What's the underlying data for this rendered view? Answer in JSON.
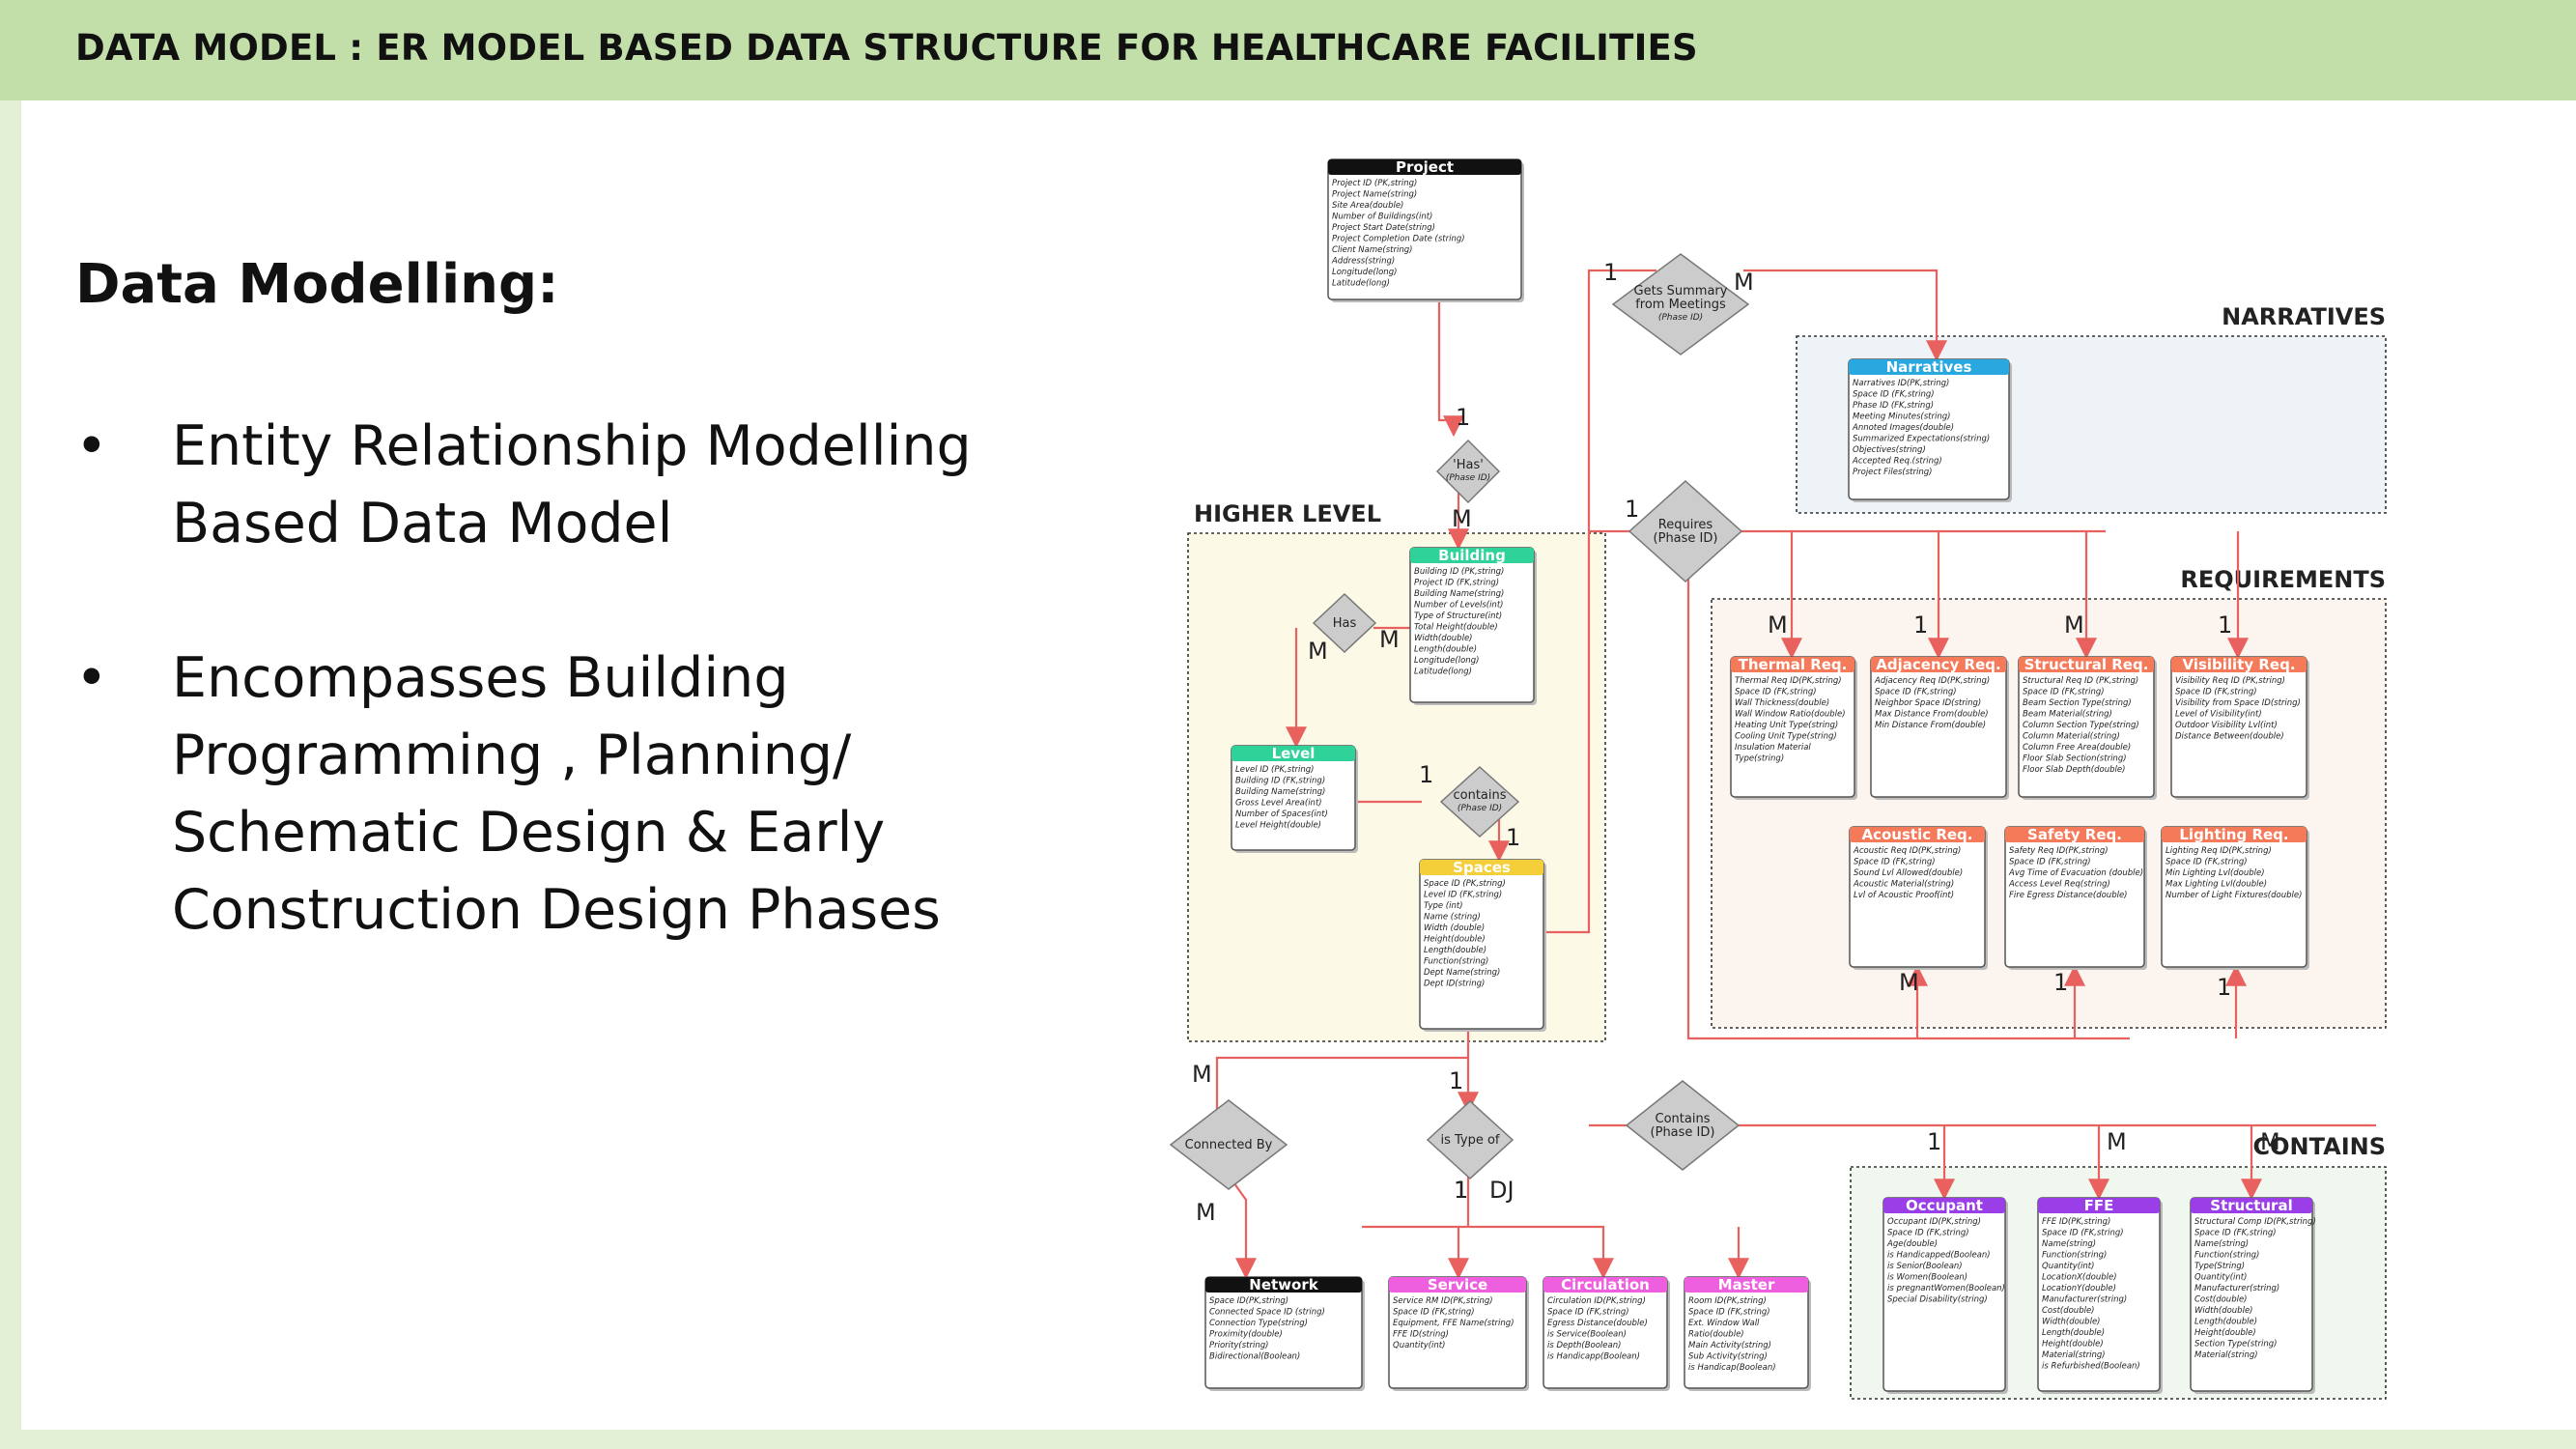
{
  "header": {
    "title": "DATA MODEL : ER MODEL BASED DATA STRUCTURE FOR HEALTHCARE FACILITIES"
  },
  "content": {
    "subheading": "Data Modelling:",
    "bullets": [
      {
        "marker": "•",
        "lines": [
          "Entity Relationship Modelling",
          "Based Data Model"
        ]
      },
      {
        "marker": "•",
        "lines": [
          "Encompasses Building",
          "Programming , Planning/",
          "Schematic Design & Early",
          "Construction Design Phases"
        ]
      }
    ]
  },
  "diagram": {
    "groups": [
      {
        "id": "higher",
        "label": "HIGHER LEVEL"
      },
      {
        "id": "narratives",
        "label": "NARRATIVES"
      },
      {
        "id": "requirements",
        "label": "REQUIREMENTS"
      },
      {
        "id": "contains",
        "label": "CONTAINS"
      }
    ],
    "entities": [
      {
        "id": "project",
        "title": "Project",
        "color": "#111111",
        "fields": [
          "Project ID (PK,string)",
          "Project Name(string)",
          "Site Area(double)",
          "Number of Buildings(int)",
          "Project Start Date(string)",
          "Project Completion Date (string)",
          "Client Name(string)",
          "Address(string)",
          "Longitude(long)",
          "Latitude(long)"
        ]
      },
      {
        "id": "narratives",
        "title": "Narratives",
        "color": "#29a8e0",
        "fields": [
          "Narratives ID(PK,string)",
          "Space ID (FK,string)",
          "Phase ID (FK,string)",
          "Meeting Minutes(string)",
          "Annoted Images(double)",
          "Summarized Expectations(string)",
          "Objectives(string)",
          "Accepted Req.(string)",
          "Project Files(string)"
        ]
      },
      {
        "id": "building",
        "title": "Building",
        "color": "#2fd39a",
        "fields": [
          "Building ID (PK,string)",
          "Project ID (FK,string)",
          "Building Name(string)",
          "Number of Levels(int)",
          "Type of Structure(int)",
          "Total Height(double)",
          "Width(double)",
          "Length(double)",
          "Longitude(long)",
          "Latitude(long)"
        ]
      },
      {
        "id": "level",
        "title": "Level",
        "color": "#2fd39a",
        "fields": [
          "Level ID (PK,string)",
          "Building ID (FK,string)",
          "Building Name(string)",
          "Gross Level Area(int)",
          "Number of Spaces(int)",
          "Level Height(double)"
        ]
      },
      {
        "id": "spaces",
        "title": "Spaces",
        "color": "#f5cf3a",
        "fields": [
          "Space ID (PK,string)",
          "Level ID (FK,string)",
          "Type (int)",
          "Name (string)",
          "Width (double)",
          "Height(double)",
          "Length(double)",
          "Function(string)",
          "Dept Name(string)",
          "Dept ID(string)"
        ]
      },
      {
        "id": "thermal",
        "title": "Thermal Req.",
        "color": "#f47a5a",
        "fields": [
          "Thermal Req ID(PK,string)",
          "Space ID (FK,string)",
          "Wall Thickness(double)",
          "Wall Window Ratio(double)",
          "Heating Unit Type(string)",
          "Cooling Unit Type(string)",
          "Insulation Material",
          "Type(string)"
        ]
      },
      {
        "id": "adjacency",
        "title": "Adjacency Req.",
        "color": "#f47a5a",
        "fields": [
          "Adjacency Req ID(PK,string)",
          "Space ID (FK,string)",
          "Neighbor Space ID(string)",
          "Max Distance From(double)",
          "Min Distance From(double)"
        ]
      },
      {
        "id": "structural_req",
        "title": "Structural Req.",
        "color": "#f47a5a",
        "fields": [
          "Structural Req ID (PK,string)",
          "Space ID (FK,string)",
          "Beam Section Type(string)",
          "Beam Material(string)",
          "Column Section Type(string)",
          "Column Material(string)",
          "Column Free Area(double)",
          "Floor Slab Section(string)",
          "Floor Slab Depth(double)"
        ]
      },
      {
        "id": "visibility",
        "title": "Visibility Req.",
        "color": "#f47a5a",
        "fields": [
          "Visibility Req ID (PK,string)",
          "Space ID (FK,string)",
          "Visibility from Space ID(string)",
          "Level of Visibility(int)",
          "Outdoor Visibility Lvl(int)",
          "Distance Between(double)"
        ]
      },
      {
        "id": "acoustic",
        "title": "Acoustic Req.",
        "color": "#f47a5a",
        "fields": [
          "Acoustic Req ID(PK,string)",
          "Space ID (FK,string)",
          "Sound Lvl Allowed(double)",
          "Acoustic Material(string)",
          "Lvl of Acoustic Proof(int)"
        ]
      },
      {
        "id": "safety",
        "title": "Safety Req.",
        "color": "#f47a5a",
        "fields": [
          "Safety Req ID(PK,string)",
          "Space ID (FK,string)",
          "Avg Time of Evacuation (double)",
          "Access Level Req(string)",
          "Fire Egress Distance(double)"
        ]
      },
      {
        "id": "lighting",
        "title": "Lighting Req.",
        "color": "#f47a5a",
        "fields": [
          "Lighting Req ID(PK,string)",
          "Space ID (FK,string)",
          "Min Lighting Lvl(double)",
          "Max Lighting Lvl(double)",
          "Number of Light Fixtures(double)"
        ]
      },
      {
        "id": "occupant",
        "title": "Occupant",
        "color": "#9a3ee8",
        "fields": [
          "Occupant ID(PK,string)",
          "Space ID (FK,string)",
          "Age(double)",
          "is Handicapped(Boolean)",
          "is Senior(Boolean)",
          "is Women(Boolean)",
          "is pregnantWomen(Boolean)",
          "Special Disability(string)"
        ]
      },
      {
        "id": "ffe",
        "title": "FFE",
        "color": "#9a3ee8",
        "fields": [
          "FFE ID(PK,string)",
          "Space ID (FK,string)",
          "Name(string)",
          "Function(string)",
          "Quantity(int)",
          "LocationX(double)",
          "LocationY(double)",
          "Manufacturer(string)",
          "Cost(double)",
          "Width(double)",
          "Length(double)",
          "Height(double)",
          "Material(string)",
          "is Refurbished(Boolean)"
        ]
      },
      {
        "id": "structural",
        "title": "Structural",
        "color": "#9a3ee8",
        "fields": [
          "Structural Comp ID(PK,string)",
          "Space ID (FK,string)",
          "Name(string)",
          "Function(string)",
          "Type(String)",
          "Quantity(int)",
          "Manufacturer(string)",
          "Cost(double)",
          "Width(double)",
          "Length(double)",
          "Height(double)",
          "Section Type(string)",
          "Material(string)"
        ]
      },
      {
        "id": "network",
        "title": "Network",
        "color": "#111111",
        "fields": [
          "Space ID(PK,string)",
          "Connected Space ID (string)",
          "Connection Type(string)",
          "Proximity(double)",
          "Priority(string)",
          "Bidirectional(Boolean)"
        ]
      },
      {
        "id": "service",
        "title": "Service",
        "color": "#ee5fe0",
        "fields": [
          "Service RM ID(PK,string)",
          "Space ID (FK,string)",
          "Equipment, FFE Name(string)",
          "FFE ID(string)",
          "Quantity(int)"
        ]
      },
      {
        "id": "circulation",
        "title": "Circulation",
        "color": "#ee5fe0",
        "fields": [
          "Circulation ID(PK,string)",
          "Space ID (FK,string)",
          "Egress Distance(double)",
          "is Service(Boolean)",
          "is Depth(Boolean)",
          "is Handicapp(Boolean)"
        ]
      },
      {
        "id": "master",
        "title": "Master",
        "color": "#ee5fe0",
        "fields": [
          "Room ID(PK,string)",
          "Space ID (FK,string)",
          "Ext. Window Wall",
          "Ratio(double)",
          "Main Activity(string)",
          "Sub Activity(string)",
          "is Handicap(Boolean)"
        ]
      }
    ],
    "relationships": [
      {
        "id": "gets_summary",
        "lines": [
          "Gets Summary",
          "from Meetings"
        ],
        "sub": "(Phase ID)"
      },
      {
        "id": "has1",
        "lines": [
          "'Has'"
        ],
        "sub": "(Phase ID)"
      },
      {
        "id": "requires",
        "lines": [
          "Requires",
          "(Phase ID)"
        ],
        "sub": ""
      },
      {
        "id": "has2",
        "lines": [
          "Has"
        ],
        "sub": ""
      },
      {
        "id": "contains1",
        "lines": [
          "contains"
        ],
        "sub": "(Phase ID)"
      },
      {
        "id": "contains2",
        "lines": [
          "Contains",
          "(Phase ID)"
        ],
        "sub": ""
      },
      {
        "id": "connected_by",
        "lines": [
          "Connected By"
        ],
        "sub": ""
      },
      {
        "id": "is_type_of",
        "lines": [
          "is Type of"
        ],
        "sub": ""
      }
    ],
    "cardinalities": [
      "1",
      "M",
      "1",
      "M",
      "1",
      "M",
      "M",
      "1",
      "1",
      "M",
      "1",
      "M",
      "1",
      "M",
      "1",
      "1",
      "1",
      "M",
      "M",
      "M",
      "1",
      "M",
      "1",
      "1",
      "DJ"
    ]
  }
}
